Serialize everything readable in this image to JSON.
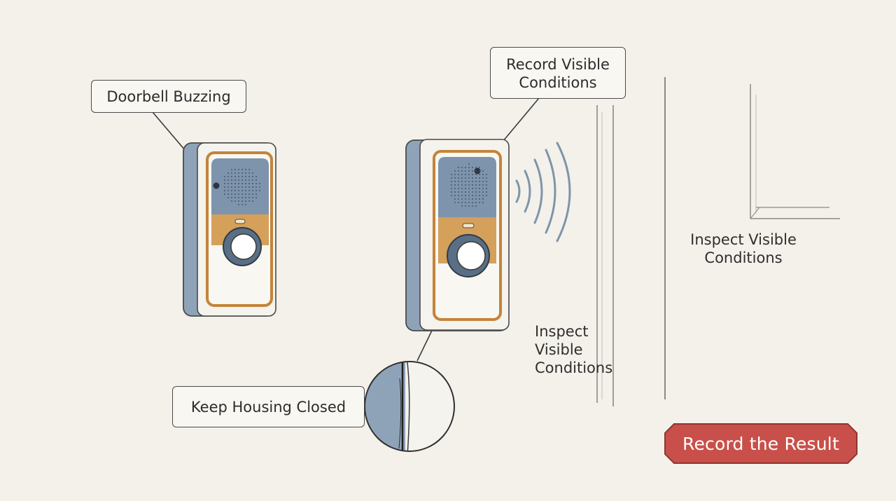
{
  "labels": {
    "doorbell_buzzing": "Doorbell Buzzing",
    "record_visible_line1": "Record Visible",
    "record_visible_line2": "Conditions",
    "inspect_right_line1": "Inspect Visible",
    "inspect_right_line2": "Conditions",
    "inspect_center_line1": "Inspect",
    "inspect_center_line2": "Visible",
    "inspect_center_line3": "Conditions",
    "keep_housing_closed": "Keep Housing Closed"
  },
  "button": {
    "label": "Record the Result"
  },
  "colors": {
    "background": "#f3f1ea",
    "housing_blue": "#8fa3b8",
    "speaker_panel": "#7e94ad",
    "frame_orange": "#d4a05a",
    "button_red": "#c9504a",
    "outline": "#4a4a4a"
  }
}
